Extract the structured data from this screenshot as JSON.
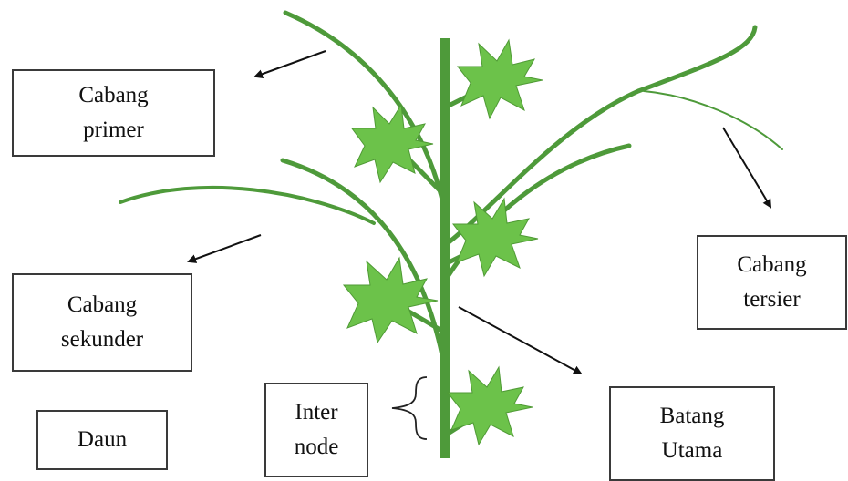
{
  "colors": {
    "stem": "#4e9a3a",
    "leaf_fill": "#6cc24a",
    "leaf_stroke": "#4f9a35",
    "arrow": "#111111",
    "box_border": "#3a3a3a"
  },
  "labels": {
    "cabang_primer": [
      "Cabang",
      "primer"
    ],
    "cabang_sekunder": [
      "Cabang",
      "sekunder"
    ],
    "daun": [
      "Daun"
    ],
    "internode": [
      "Inter",
      "node"
    ],
    "batang_utama": [
      "Batang",
      "Utama"
    ],
    "cabang_tersier": [
      "Cabang",
      "tersier"
    ]
  }
}
